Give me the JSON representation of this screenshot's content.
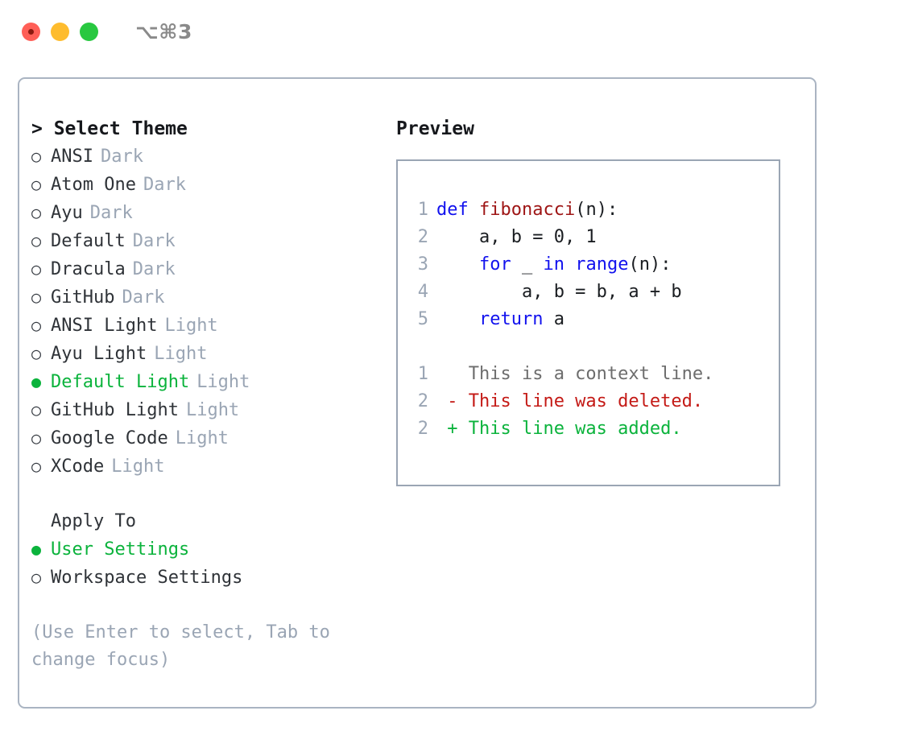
{
  "titlebar": {
    "shortcut": "⌥⌘3",
    "buttons": [
      {
        "name": "close",
        "label": "close-button"
      },
      {
        "name": "minimize",
        "label": "minimize-button"
      },
      {
        "name": "maximize",
        "label": "maximize-button"
      }
    ]
  },
  "colors": {
    "accent_green": "#0bb33c",
    "muted": "#9aa5b4",
    "border": "#aab4c2",
    "keyword_blue": "#1212ee",
    "function_red": "#9e1515",
    "diff_delete": "#c41a16",
    "diff_add": "#0bb33c",
    "text": "#2f3338"
  },
  "theme_panel": {
    "header": "> Select Theme",
    "bullet_selected": "●",
    "bullet_unselected": "○",
    "items": [
      {
        "name": "ANSI",
        "tag": "Dark",
        "selected": false
      },
      {
        "name": "Atom One",
        "tag": "Dark",
        "selected": false
      },
      {
        "name": "Ayu",
        "tag": "Dark",
        "selected": false
      },
      {
        "name": "Default",
        "tag": "Dark",
        "selected": false
      },
      {
        "name": "Dracula",
        "tag": "Dark",
        "selected": false
      },
      {
        "name": "GitHub",
        "tag": "Dark",
        "selected": false
      },
      {
        "name": "ANSI Light",
        "tag": "Light",
        "selected": false
      },
      {
        "name": "Ayu Light",
        "tag": "Light",
        "selected": false
      },
      {
        "name": "Default Light",
        "tag": "Light",
        "selected": true
      },
      {
        "name": "GitHub Light",
        "tag": "Light",
        "selected": false
      },
      {
        "name": "Google Code",
        "tag": "Light",
        "selected": false
      },
      {
        "name": "XCode",
        "tag": "Light",
        "selected": false
      }
    ]
  },
  "apply_to": {
    "header": "Apply To",
    "options": [
      {
        "label": "User Settings",
        "selected": true
      },
      {
        "label": "Workspace Settings",
        "selected": false
      }
    ]
  },
  "hint": "(Use Enter to select, Tab to change focus)",
  "preview": {
    "header": "Preview",
    "code_lines": [
      {
        "no": "1",
        "tokens": [
          {
            "t": "def ",
            "c": "kw"
          },
          {
            "t": "fibonacci",
            "c": "fn"
          },
          {
            "t": "(n):",
            "c": "pln"
          }
        ]
      },
      {
        "no": "2",
        "tokens": [
          {
            "t": "    a, b = 0, 1",
            "c": "pln"
          }
        ]
      },
      {
        "no": "3",
        "tokens": [
          {
            "t": "    ",
            "c": "pln"
          },
          {
            "t": "for",
            "c": "kw"
          },
          {
            "t": " _ ",
            "c": "pln"
          },
          {
            "t": "in",
            "c": "kw"
          },
          {
            "t": " ",
            "c": "pln"
          },
          {
            "t": "range",
            "c": "kw"
          },
          {
            "t": "(n):",
            "c": "pln"
          }
        ]
      },
      {
        "no": "4",
        "tokens": [
          {
            "t": "        a, b = b, a + b",
            "c": "pln"
          }
        ]
      },
      {
        "no": "5",
        "tokens": [
          {
            "t": "    ",
            "c": "pln"
          },
          {
            "t": "return",
            "c": "kw"
          },
          {
            "t": " a",
            "c": "pln"
          }
        ]
      }
    ],
    "diff_lines": [
      {
        "no": "1",
        "marker": " ",
        "text": " This is a context line.",
        "kind": "ctx"
      },
      {
        "no": "2",
        "marker": "-",
        "text": " This line was deleted.",
        "kind": "del"
      },
      {
        "no": "2",
        "marker": "+",
        "text": " This line was added.",
        "kind": "add"
      }
    ]
  }
}
